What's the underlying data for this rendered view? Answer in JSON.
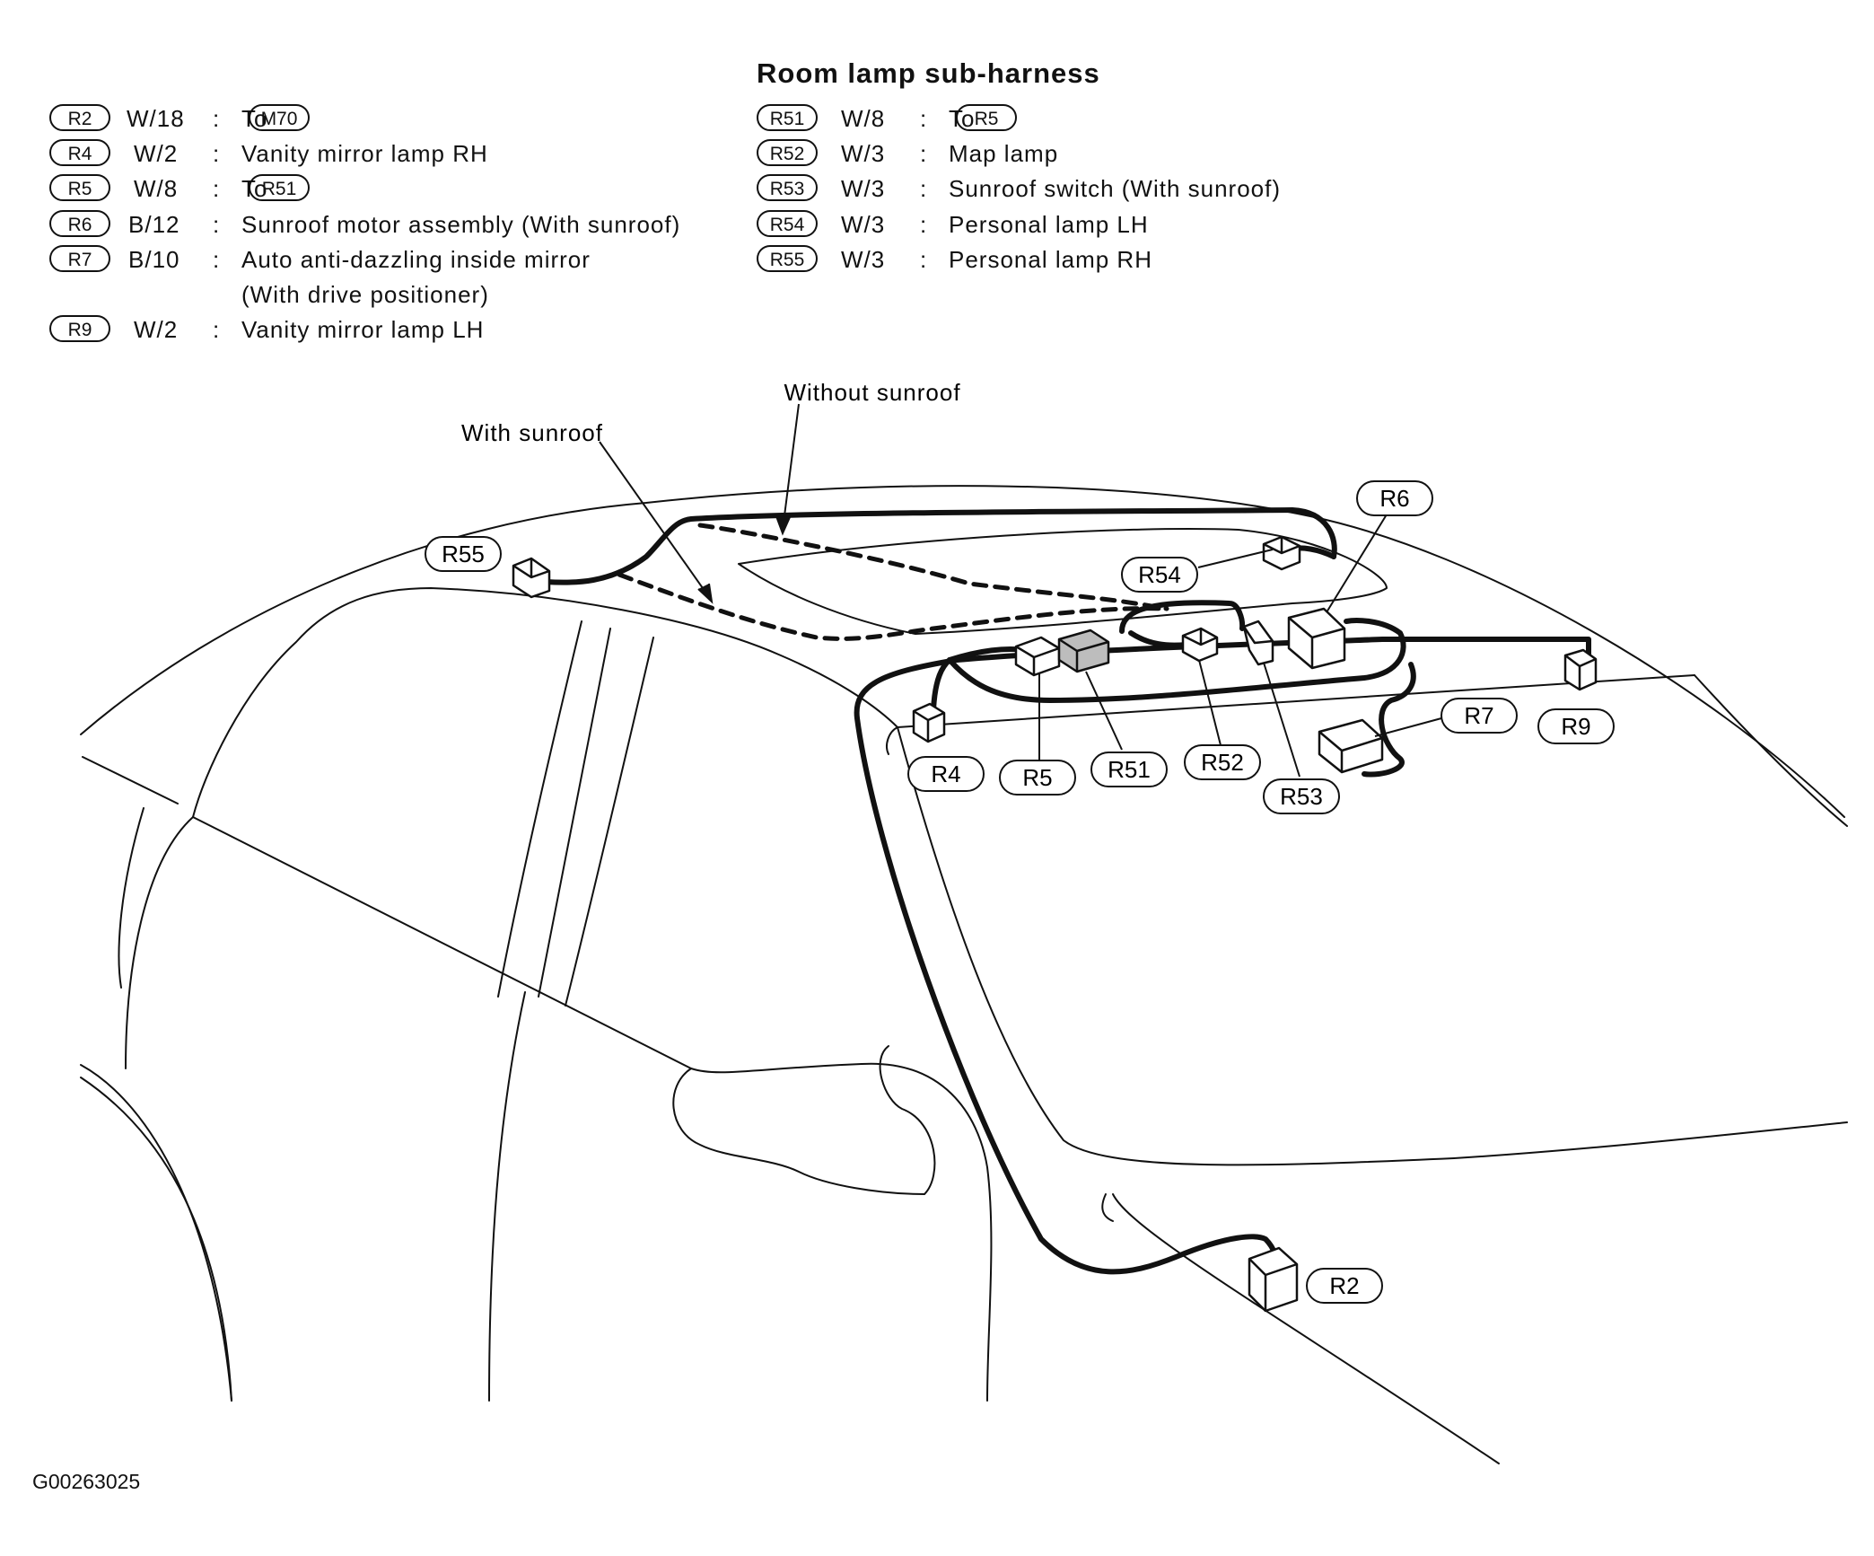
{
  "legend_left": [
    {
      "id": "R2",
      "code": "W/18",
      "sep": ":",
      "desc": "To",
      "ref": "M70"
    },
    {
      "id": "R4",
      "code": "W/2",
      "sep": ":",
      "desc": "Vanity mirror lamp RH"
    },
    {
      "id": "R5",
      "code": "W/8",
      "sep": ":",
      "desc": "To",
      "ref": "R51"
    },
    {
      "id": "R6",
      "code": "B/12",
      "sep": ":",
      "desc": "Sunroof motor assembly (With sunroof)"
    },
    {
      "id": "R7",
      "code": "B/10",
      "sep": ":",
      "desc": "Auto anti-dazzling inside mirror",
      "desc2": "(With drive positioner)"
    },
    {
      "id": "R9",
      "code": "W/2",
      "sep": ":",
      "desc": "Vanity mirror lamp LH"
    }
  ],
  "subharness_title": "Room lamp sub-harness",
  "legend_right": [
    {
      "id": "R51",
      "code": "W/8",
      "sep": ":",
      "desc": "To",
      "ref": "R5"
    },
    {
      "id": "R52",
      "code": "W/3",
      "sep": ":",
      "desc": "Map lamp"
    },
    {
      "id": "R53",
      "code": "W/3",
      "sep": ":",
      "desc": "Sunroof switch (With sunroof)"
    },
    {
      "id": "R54",
      "code": "W/3",
      "sep": ":",
      "desc": "Personal lamp LH"
    },
    {
      "id": "R55",
      "code": "W/3",
      "sep": ":",
      "desc": "Personal lamp RH"
    }
  ],
  "annotations": {
    "without_sunroof": "Without sunroof",
    "with_sunroof": "With sunroof"
  },
  "callouts": {
    "R55": "R55",
    "R6": "R6",
    "R54": "R54",
    "R4": "R4",
    "R5": "R5",
    "R51": "R51",
    "R52": "R52",
    "R53": "R53",
    "R7": "R7",
    "R9": "R9",
    "R2": "R2"
  },
  "figure_id": "G00263025"
}
